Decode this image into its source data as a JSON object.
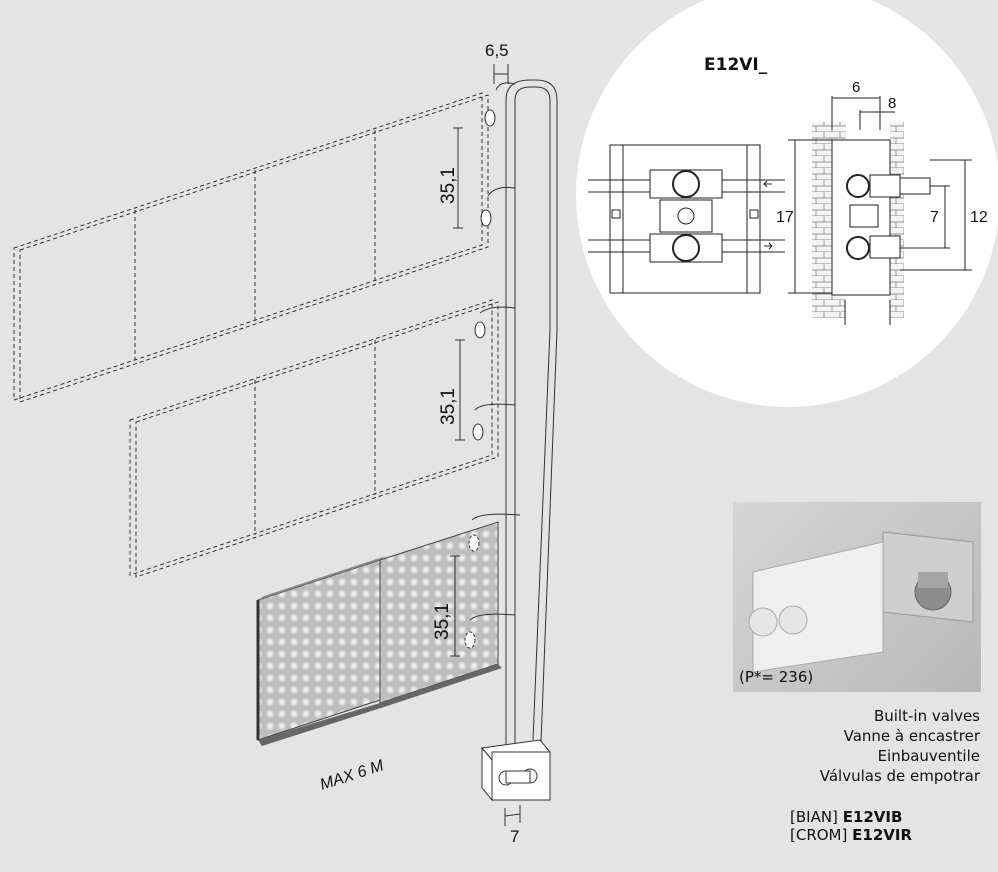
{
  "product_code": "E12VI_",
  "dimensions": {
    "top_spacing": "6,5",
    "bottom_spacing": "7",
    "panel_gap_1": "35,1",
    "panel_gap_2": "35,1",
    "panel_gap_3": "35,1",
    "max_length": "MAX 6 M",
    "detail_depth_a": "6",
    "detail_depth_b": "8",
    "detail_height": "17",
    "detail_inner": "7",
    "detail_outer": "12"
  },
  "photo": {
    "caption": "(P*= 236)"
  },
  "descriptions": [
    "Built-in valves",
    "Vanne à encastrer",
    "Einbauventile",
    "Válvulas de empotrar"
  ],
  "variants": [
    {
      "finish": "[BIAN]",
      "code": "E12VIB"
    },
    {
      "finish": "[CROM]",
      "code": "E12VIR"
    }
  ]
}
